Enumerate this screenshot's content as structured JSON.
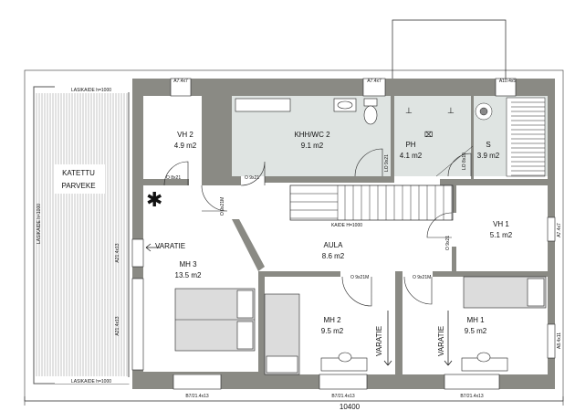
{
  "rooms": {
    "vh2": {
      "name": "VH 2",
      "area": "4.9 m2"
    },
    "khh_wc2": {
      "name": "KHH/WC 2",
      "area": "9.1 m2"
    },
    "ph": {
      "name": "PH",
      "area": "4.1 m2"
    },
    "s": {
      "name": "S",
      "area": "3.9 m2"
    },
    "vh1": {
      "name": "VH 1",
      "area": "5.1 m2"
    },
    "aula": {
      "name": "AULA",
      "area": "8.6 m2"
    },
    "mh3": {
      "name": "MH 3",
      "area": "13.5 m2"
    },
    "mh2": {
      "name": "MH 2",
      "area": "9.5 m2"
    },
    "mh1": {
      "name": "MH 1",
      "area": "9.5 m2"
    }
  },
  "balcony": {
    "line1": "KATETTU",
    "line2": "PARVEKE"
  },
  "labels": {
    "lasikaide_top": "LASIKAIDE h=1000",
    "lasikaide_bottom": "LASIKAIDE h=1000",
    "lasikaide_side": "LASIKAIDE h=1000",
    "kaide": "KAIDE H=1000",
    "varatie": "VARATIE"
  },
  "doors": {
    "d1": "O 8x21",
    "d2": "O 9x21",
    "d3": "O 9x21M",
    "d4": "LO 9x21",
    "d5": "LO 8x19",
    "d6": "O 9x21",
    "d7": "O 9x21M",
    "d8": "O 9x21M"
  },
  "windows": {
    "top1": "A7.4x7",
    "top2": "A7.4x7",
    "top3": "A10.4x5",
    "right1": "A7.4x7",
    "right2": "A8.4x11",
    "left1": "A21.4x13",
    "left2": "A21.4x13",
    "bottom1": "B7/21.4x13",
    "bottom2": "B7/21.4x13",
    "bottom3": "B7/21.4x13"
  },
  "dimensions": {
    "total_width": "10400"
  }
}
